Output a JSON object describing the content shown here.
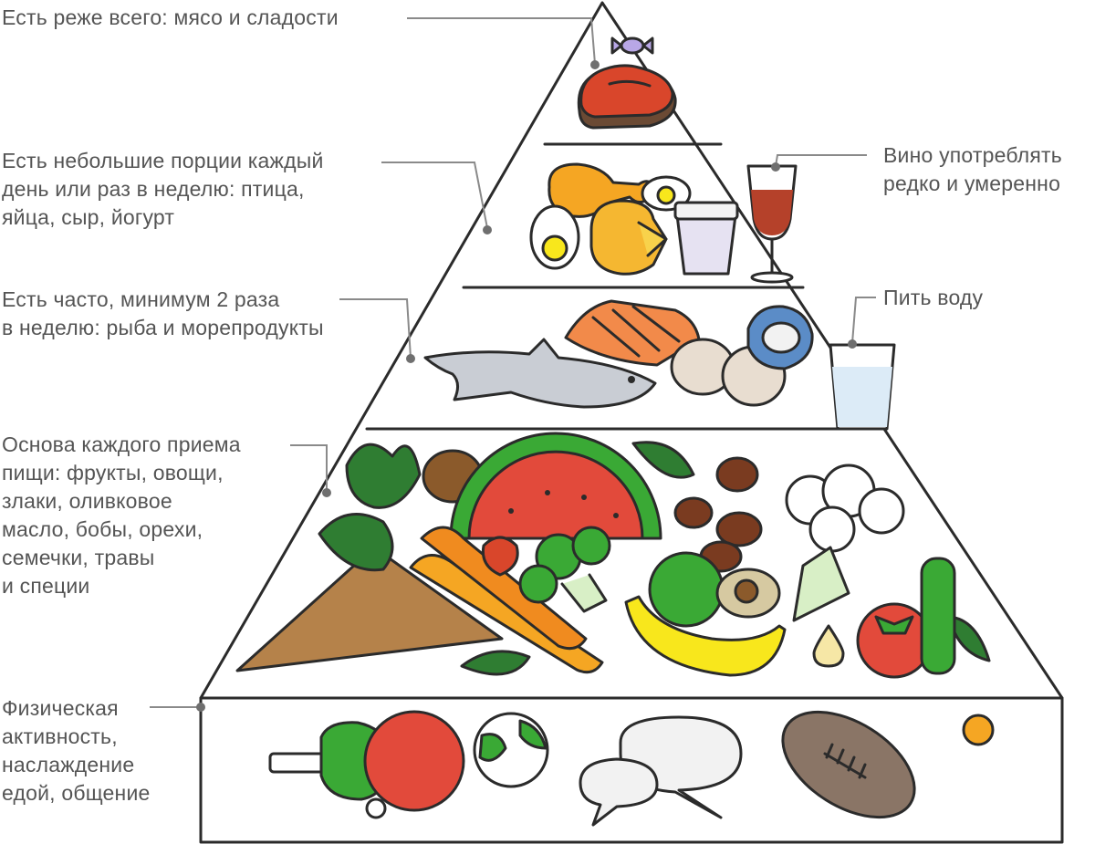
{
  "labels": {
    "sweets": {
      "lines": [
        "Есть реже всего: мясо и сладости"
      ]
    },
    "poultry": {
      "lines": [
        "Есть небольшие порции каждый",
        "день или раз в неделю: птица,",
        "яйца, сыр, йогурт"
      ]
    },
    "fish": {
      "lines": [
        "Есть часто, минимум 2 раза",
        "в неделю: рыба и морепродукты"
      ]
    },
    "base": {
      "lines": [
        "Основа каждого приема",
        "пищи: фрукты, овощи,",
        "злаки, оливковое",
        "масло, бобы, орехи,",
        "семечки, травы",
        "и специи"
      ]
    },
    "activity": {
      "lines": [
        "Физическая",
        "активность,",
        "наслаждение",
        "едой, общение"
      ]
    },
    "wine": {
      "lines": [
        "Вино употреблять",
        "редко и умеренно"
      ]
    },
    "water": {
      "lines": [
        "Пить воду"
      ]
    }
  },
  "colors": {
    "outline": "#2b2b2b",
    "label_text": "#555555",
    "leader": "#8a8a8a",
    "meat": "#d9462b",
    "orange": "#f5a623",
    "yellow": "#f8e71c",
    "green": "#3aa935",
    "dark_green": "#2f7d32",
    "fish": "#c9cdd4",
    "salmon": "#f28a4a",
    "wine": "#b5412a",
    "water": "#dcebf7",
    "brown": "#8b5a2b",
    "football": "#8a7566"
  }
}
